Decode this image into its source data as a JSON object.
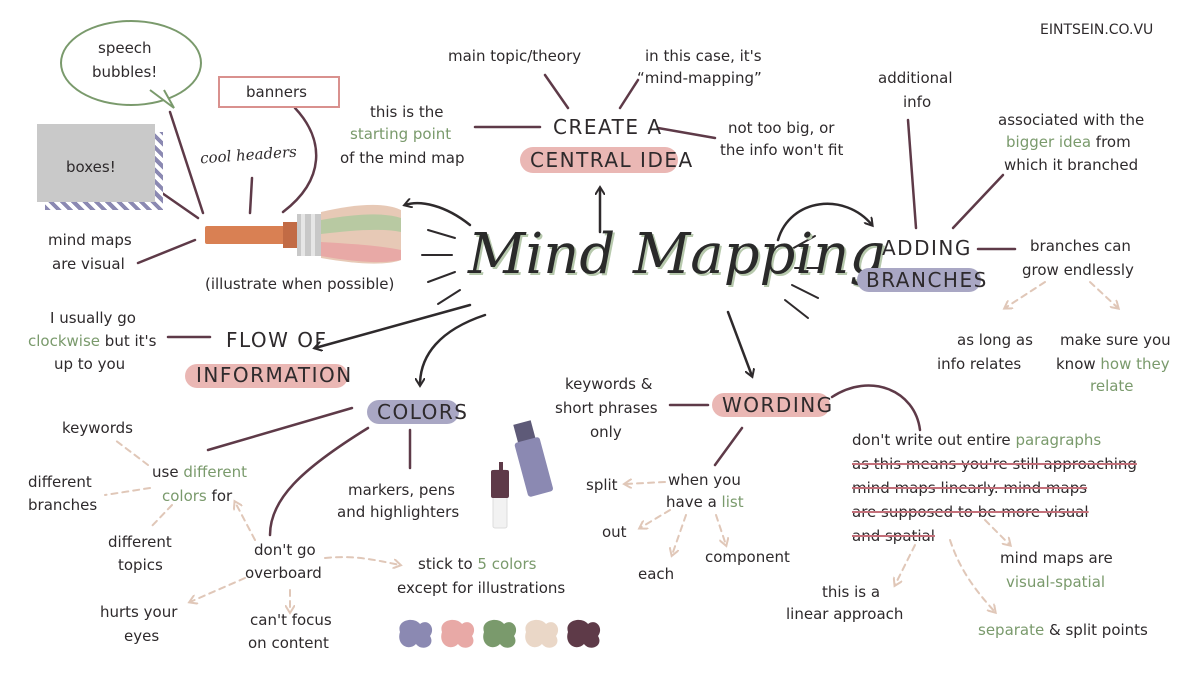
{
  "watermark": "EINTSEIN.CO.VU",
  "title": "Mind Mapping",
  "colors": {
    "pink": "#eab7b4",
    "lavender": "#a9a7c4",
    "green": "#7a9a6c",
    "maroon": "#5e3a48",
    "beige": "#ead7c7"
  },
  "central": {
    "heading_line1": "CREATE A",
    "heading_line2": "CENTRAL IDEA",
    "main_topic": "main topic/theory",
    "in_this_case_1": "in this case, it's",
    "in_this_case_2": "“mind-mapping”",
    "start_1": "this is the",
    "start_2": "starting point",
    "start_3": "of the mind map",
    "not_too_big_1": "not too big, or",
    "not_too_big_2": "the info won't fit"
  },
  "visual": {
    "speech": "speech bubbles!",
    "speech_1": "speech",
    "speech_2": "bubbles!",
    "banners": "banners",
    "boxes": "boxes!",
    "cool_headers": "cool headers",
    "mind_maps_1": "mind maps",
    "mind_maps_2": "are visual",
    "illustrate": "(illustrate when possible)"
  },
  "branches": {
    "heading_line1": "ADDING",
    "heading_line2": "BRANCHES",
    "additional_1": "additional",
    "additional_2": "info",
    "associated_1": "associated with the",
    "associated_2": "bigger idea",
    "associated_3": "from",
    "associated_4": "which it branched",
    "grow_1": "branches can",
    "grow_2": "grow endlessly",
    "long_1": "as long as",
    "long_2": "info relates",
    "sure_1": "make sure you",
    "sure_2": "know",
    "sure_3": "how they",
    "sure_4": "relate"
  },
  "flow": {
    "heading_line1": "FLOW OF",
    "heading_line2": "INFORMATION",
    "note_1": "I usually go",
    "note_2": "clockwise",
    "note_3": "but it's",
    "note_4": "up to you"
  },
  "colors_branch": {
    "heading": "COLORS",
    "keywords": "keywords",
    "use_1": "use",
    "use_2": "different",
    "use_3": "colors",
    "use_4": "for",
    "diff_branches_1": "different",
    "diff_branches_2": "branches",
    "diff_topics_1": "different",
    "diff_topics_2": "topics",
    "markers_1": "markers, pens",
    "markers_2": "and highlighters",
    "overboard_1": "don't go",
    "overboard_2": "overboard",
    "stick_1": "stick to",
    "stick_2": "5 colors",
    "stick_3": "except for illustrations",
    "hurts_1": "hurts your",
    "hurts_2": "eyes",
    "focus_1": "can't focus",
    "focus_2": "on content"
  },
  "wording": {
    "heading": "WORDING",
    "keywords_1": "keywords &",
    "keywords_2": "short phrases",
    "keywords_3": "only",
    "list_1": "when you",
    "list_2": "have a",
    "list_3": "list",
    "split": "split",
    "out": "out",
    "each": "each",
    "component": "component",
    "para_1": "don't write out entire",
    "para_2": "paragraphs",
    "strike_1": "as this means you're still approaching",
    "strike_2": "mind maps linearly. mind maps",
    "strike_3": "are supposed to be more visual",
    "strike_4": "and spatial",
    "linear_1": "this is a",
    "linear_2": "linear approach",
    "vs_1": "mind maps are",
    "vs_2": "visual-spatial",
    "separate_1": "separate",
    "separate_2": "& split points"
  }
}
